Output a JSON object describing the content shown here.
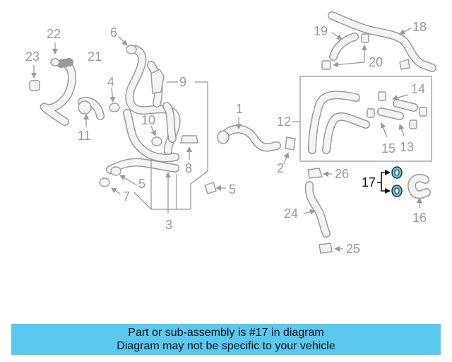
{
  "diagram": {
    "callouts": {
      "c1": "1",
      "c2": "2",
      "c3": "3",
      "c4": "4",
      "c5a": "5",
      "c5b": "5",
      "c6": "6",
      "c7": "7",
      "c8": "8",
      "c9": "9",
      "c10": "10",
      "c11": "11",
      "c12": "12",
      "c13": "13",
      "c14": "14",
      "c15": "15",
      "c16": "16",
      "c17": "17",
      "c18": "18",
      "c19": "19",
      "c20": "20",
      "c21": "21",
      "c22": "22",
      "c23": "23",
      "c24": "24",
      "c25": "25",
      "c26": "26"
    },
    "highlighted_part": "17",
    "colors": {
      "highlight": "#5bc8f0",
      "parts": "#9a9a9a"
    }
  },
  "banner": {
    "line1": "Part or sub-assembly is #17 in diagram",
    "line2": "Diagram may not be specific to your vehicle"
  }
}
